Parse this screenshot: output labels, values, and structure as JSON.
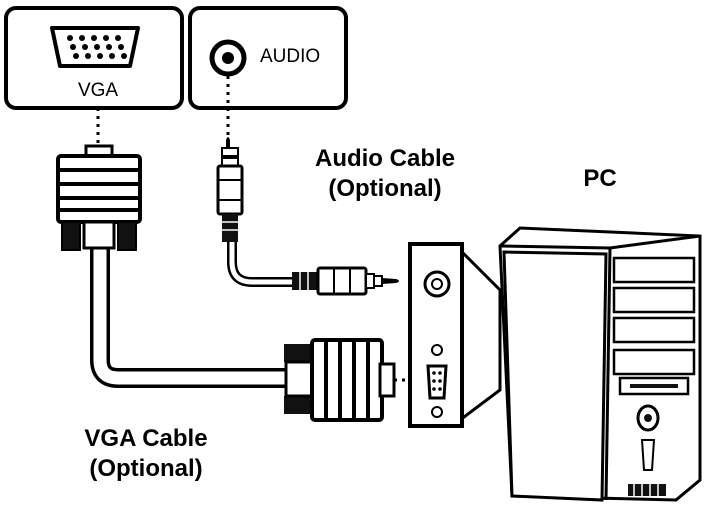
{
  "ports": {
    "vga_label": "VGA",
    "audio_label": "AUDIO"
  },
  "cables": {
    "audio_line1": "Audio Cable",
    "audio_line2": "(Optional)",
    "vga_line1": "VGA Cable",
    "vga_line2": "(Optional)"
  },
  "pc_label": "PC",
  "colors": {
    "ink": "#000000",
    "cable_fill": "#ffffff",
    "connector_fill": "#111111"
  }
}
